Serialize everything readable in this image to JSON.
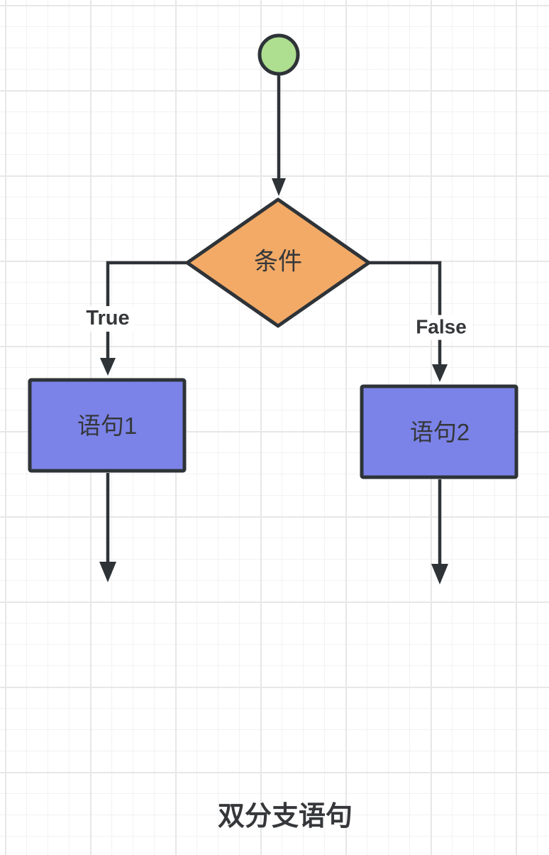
{
  "diagram": {
    "title": "双分支语句",
    "nodes": {
      "start": {
        "type": "circle"
      },
      "condition": {
        "type": "diamond",
        "label": "条件"
      },
      "statement1": {
        "type": "rectangle",
        "label": "语句1"
      },
      "statement2": {
        "type": "rectangle",
        "label": "语句2"
      }
    },
    "edges": {
      "true_branch_label": "True",
      "false_branch_label": "False"
    },
    "colors": {
      "start_fill": "#aede8f",
      "condition_fill": "#f2aa66",
      "statement_fill": "#7b83e8",
      "stroke": "#2e3338",
      "text": "#35373a",
      "label_background": "#ffffff",
      "canvas_background": "#ffffff",
      "grid_minor": "#f2f2f2",
      "grid_major": "#e7e7e7"
    }
  }
}
